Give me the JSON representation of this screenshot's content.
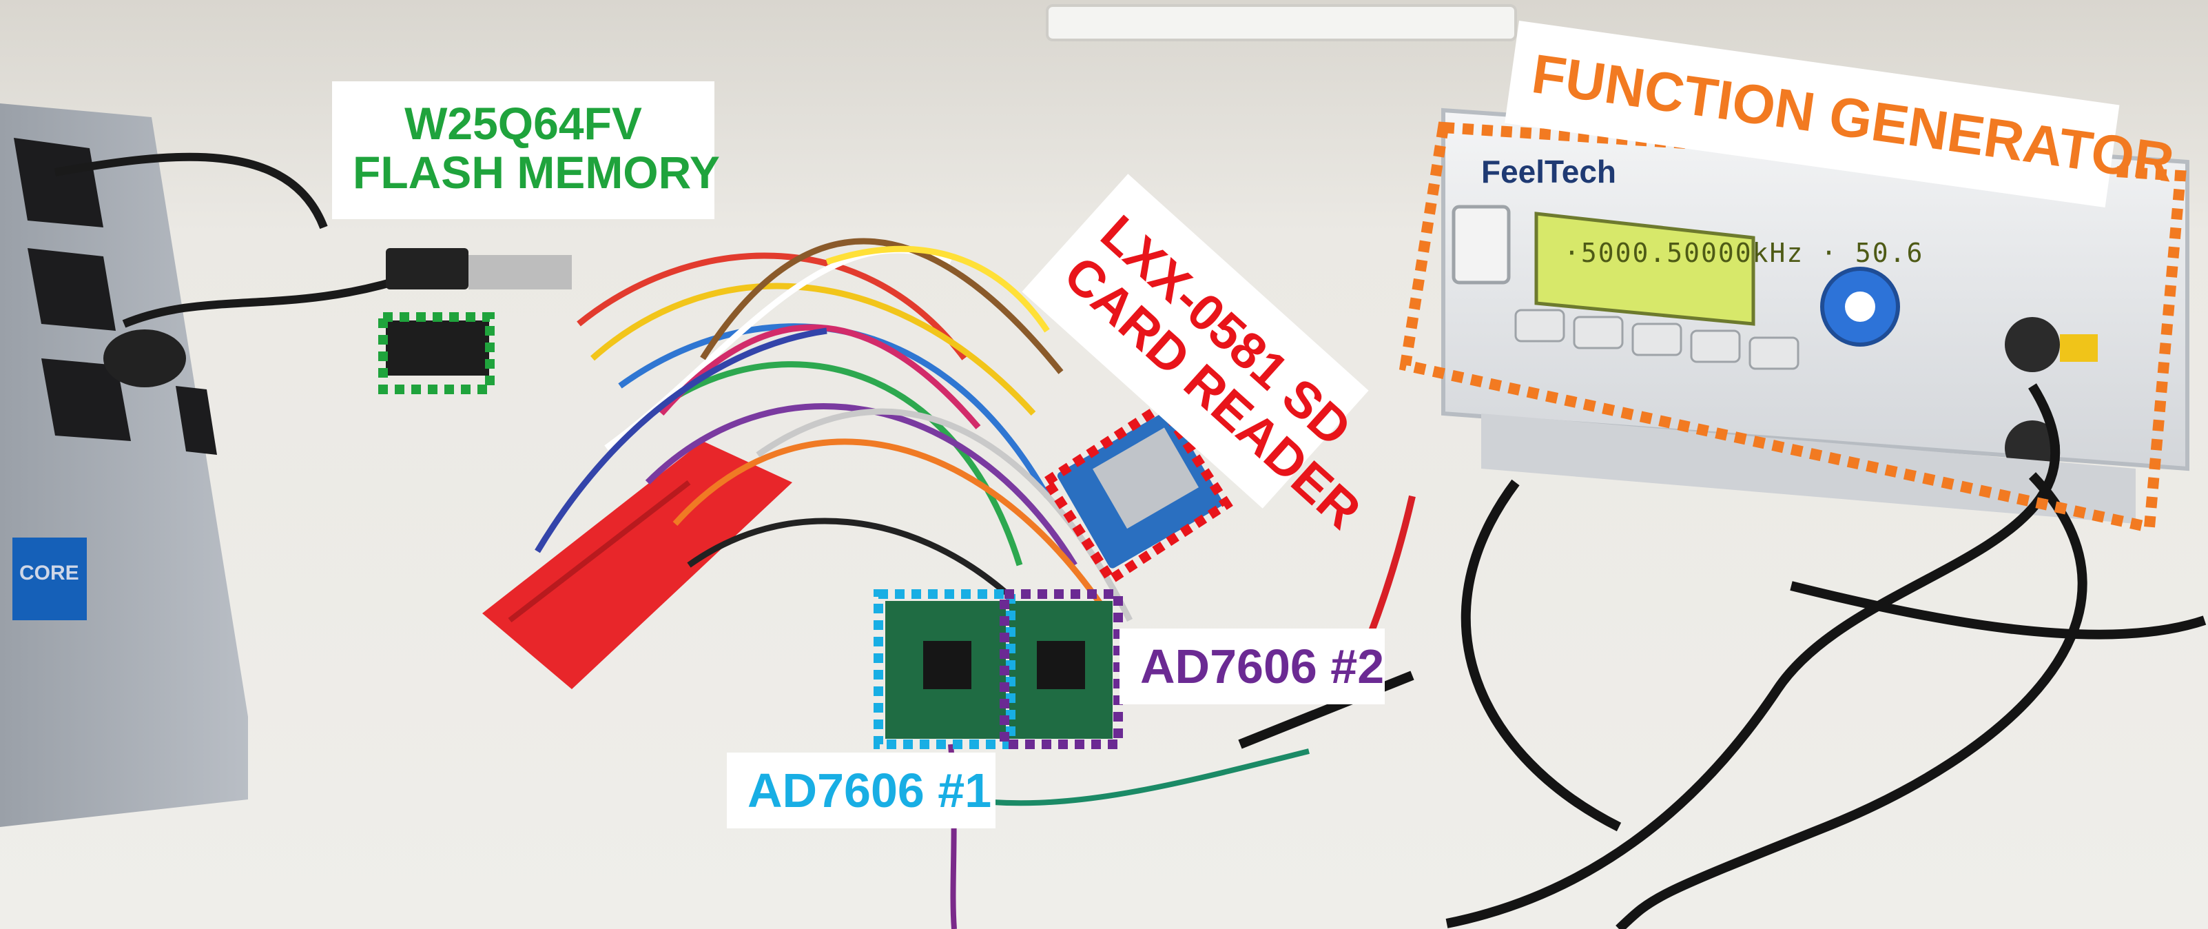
{
  "labels": {
    "flash": {
      "line1": "W25Q64FV",
      "line2": "FLASH MEMORY",
      "color": "#1fa33c"
    },
    "function_generator": {
      "text": "FUNCTION GENERATOR",
      "color": "#f27a21"
    },
    "sd_reader": {
      "line1": "LXX-0581 SD",
      "line2": "CARD READER",
      "color": "#e8141a"
    },
    "adc1": {
      "text": "AD7606 #1",
      "color": "#18aee4"
    },
    "adc2": {
      "text": "AD7606 #2",
      "color": "#6b2a93"
    }
  },
  "device": {
    "brand": "FeelTech",
    "lcd": "·5000.50000kHz  ·  50.6"
  },
  "laptop": {
    "sticker": "CORE"
  }
}
